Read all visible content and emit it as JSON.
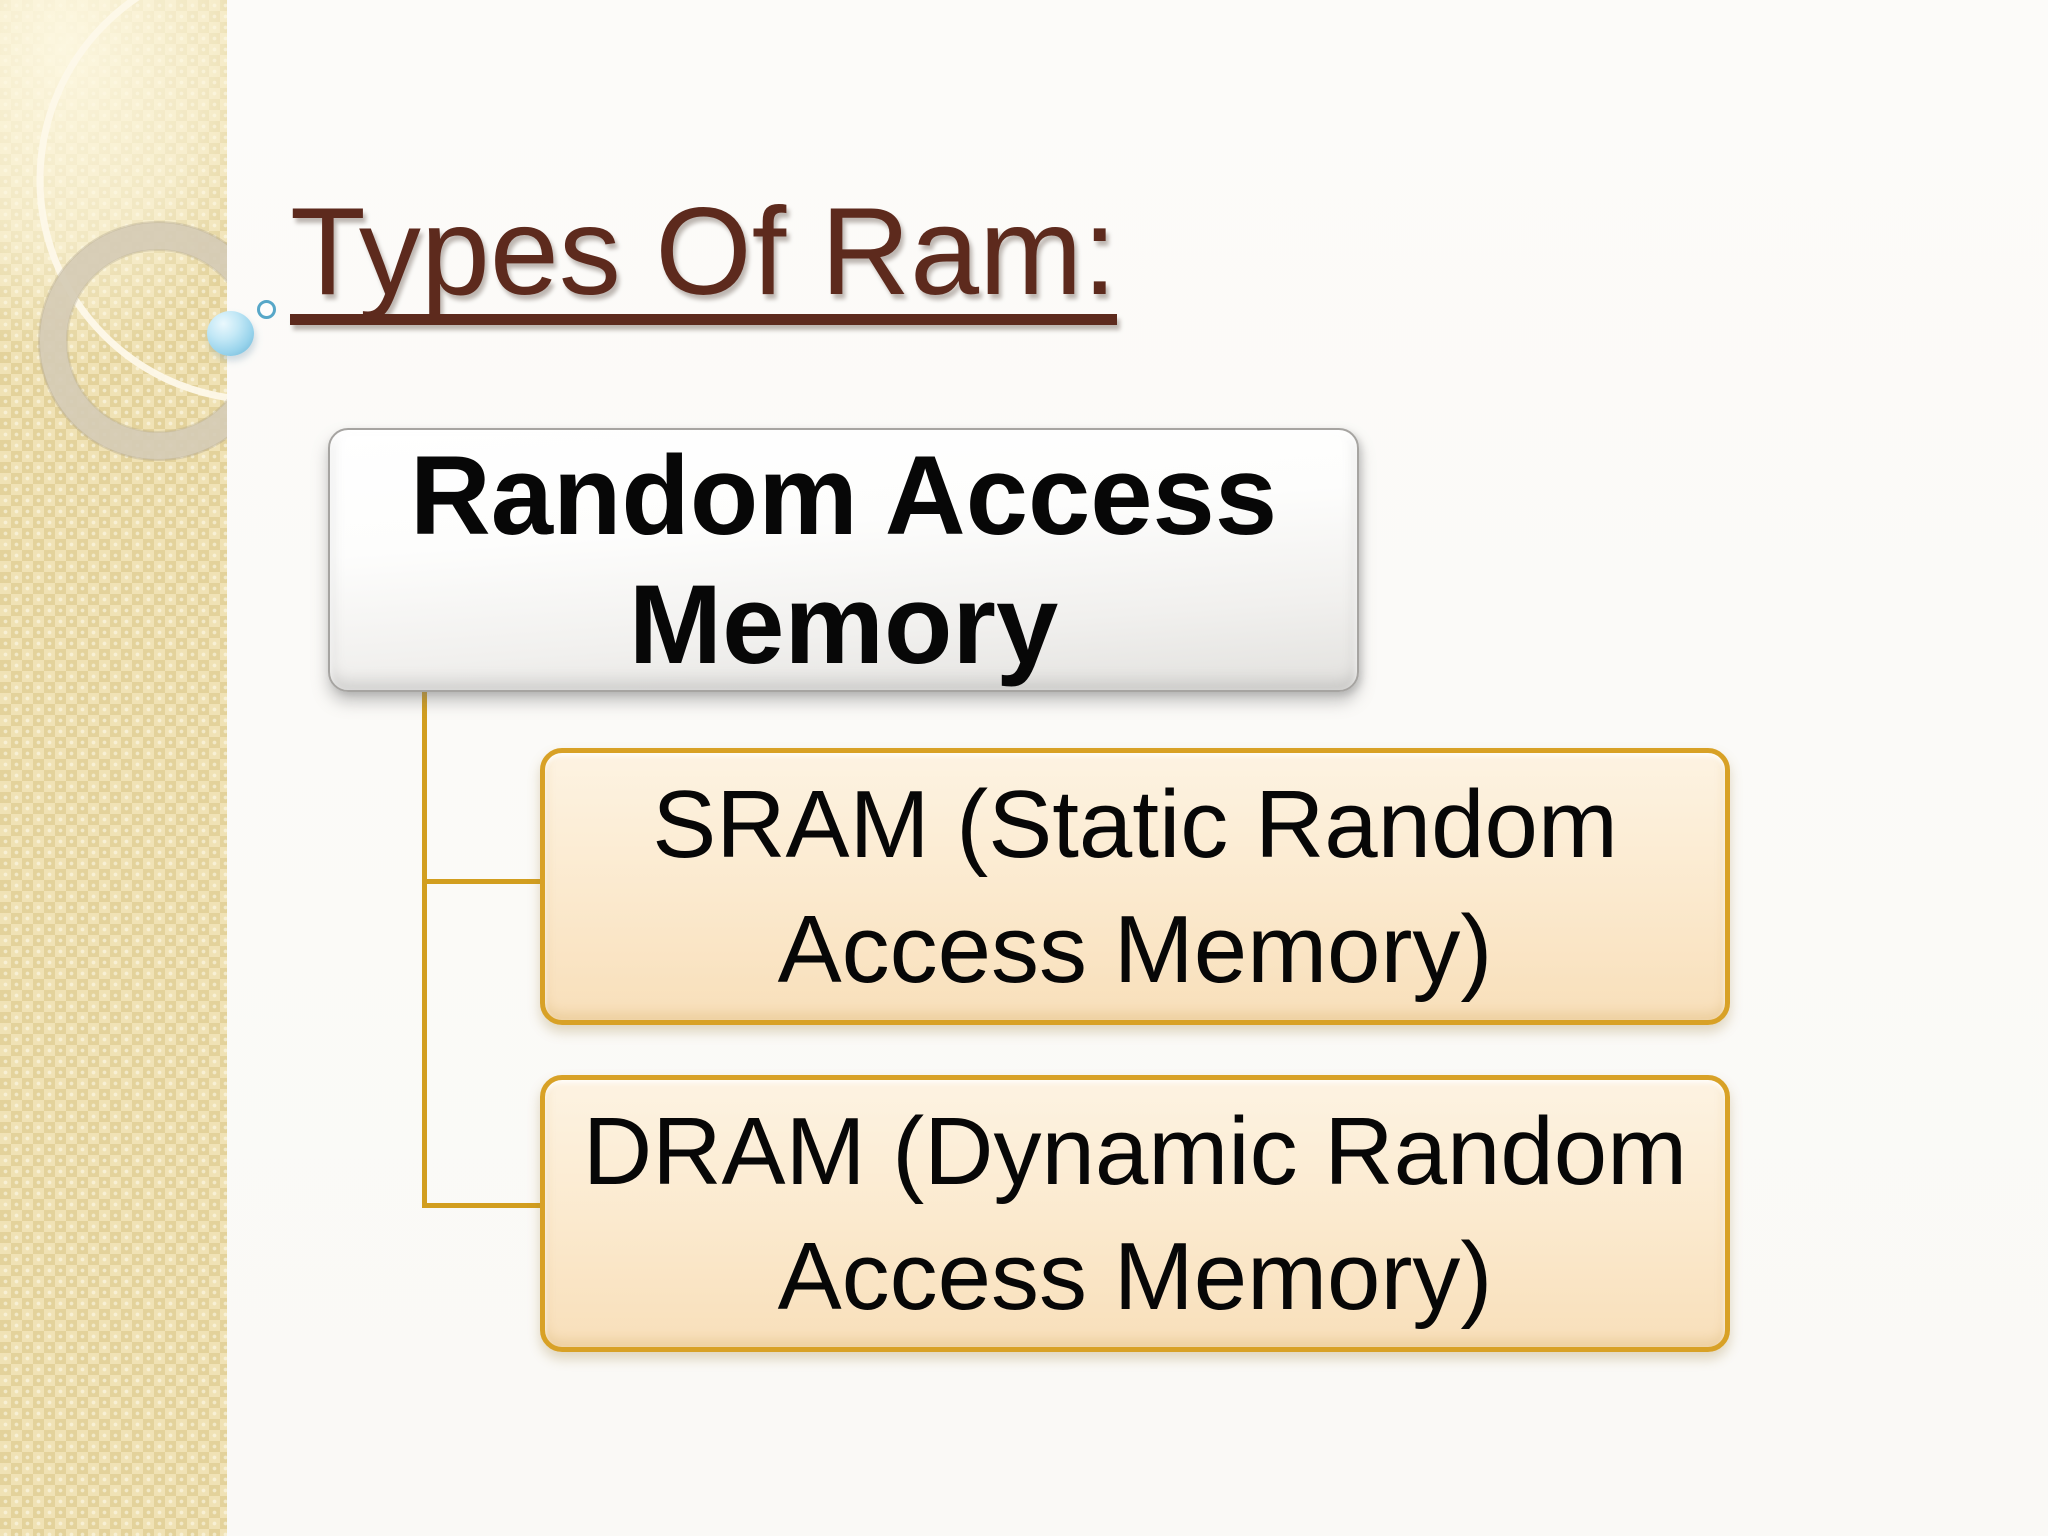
{
  "slide": {
    "title": "Types Of Ram:"
  },
  "diagram": {
    "type": "hierarchy",
    "root": {
      "label": "Random Access Memory",
      "lines": [
        "Random Access",
        "Memory"
      ]
    },
    "children": [
      {
        "label": "SRAM (Static Random Access Memory)",
        "lines": [
          "SRAM (Static Random",
          "Access Memory)"
        ]
      },
      {
        "label": "DRAM (Dynamic Random Access Memory)",
        "lines": [
          "DRAM (Dynamic Random",
          "Access Memory)"
        ]
      }
    ]
  },
  "colors": {
    "title_text": "#5d2a1d",
    "gold_border": "#d8a126",
    "connector": "#d29e1f",
    "child_fill": "#fbe9cd",
    "root_fill": "#f4f3f1",
    "sidebar_beige": "#e9d9a5",
    "sphere_blue": "#9ad4ec"
  }
}
